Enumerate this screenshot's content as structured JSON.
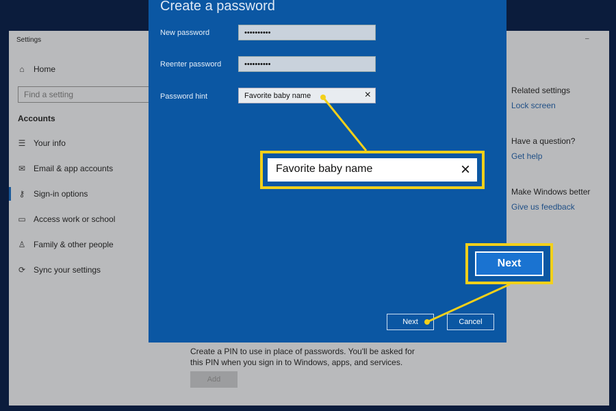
{
  "settings": {
    "title": "Settings",
    "home": "Home",
    "search_placeholder": "Find a setting",
    "section": "Accounts",
    "nav": [
      "Your info",
      "Email & app accounts",
      "Sign-in options",
      "Access work or school",
      "Family & other people",
      "Sync your settings"
    ],
    "related": {
      "heading": "Related settings",
      "link": "Lock screen"
    },
    "question": {
      "heading": "Have a question?",
      "link": "Get help"
    },
    "better": {
      "heading": "Make Windows better",
      "link": "Give us feedback"
    },
    "pin_text": "Create a PIN to use in place of passwords. You'll be asked for this PIN when you sign in to Windows, apps, and services.",
    "add_label": "Add"
  },
  "dialog": {
    "title": "Create a password",
    "new_password_label": "New password",
    "new_password_value": "••••••••••",
    "reenter_label": "Reenter password",
    "reenter_value": "••••••••••",
    "hint_label": "Password hint",
    "hint_value": "Favorite baby name",
    "next_label": "Next",
    "cancel_label": "Cancel",
    "clear_icon": "×"
  },
  "callouts": {
    "hint_zoom": "Favorite baby name",
    "next_zoom": "Next"
  },
  "colors": {
    "dialog_blue": "#0b57a3",
    "highlight": "#f3d01a"
  }
}
